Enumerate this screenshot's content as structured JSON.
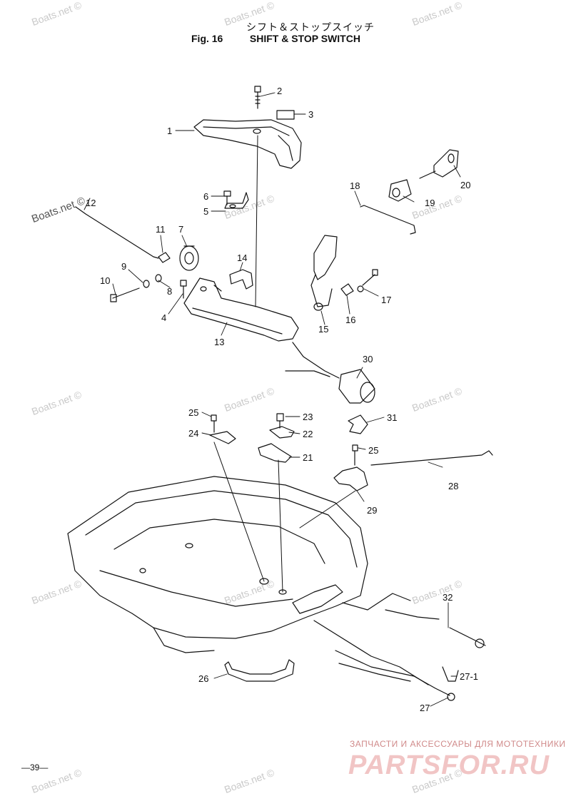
{
  "header": {
    "title_jp": "シフト＆ストップスイッチ",
    "fig_label": "Fig. 16",
    "title_en": "SHIFT & STOP SWITCH"
  },
  "callouts": [
    "1",
    "2",
    "3",
    "4",
    "5",
    "6",
    "7",
    "8",
    "9",
    "10",
    "11",
    "12",
    "13",
    "14",
    "15",
    "16",
    "17",
    "18",
    "19",
    "20",
    "21",
    "22",
    "23",
    "24",
    "25",
    "25",
    "26",
    "27",
    "27-1",
    "28",
    "29",
    "30",
    "31",
    "32"
  ],
  "watermark_text": "Boats.net ©",
  "page_number": "—39—",
  "banner": {
    "subtitle": "ЗАПЧАСТИ И АКСЕССУАРЫ ДЛЯ МОТОТЕХНИКИ",
    "logo": "PARTSFOR.RU"
  }
}
